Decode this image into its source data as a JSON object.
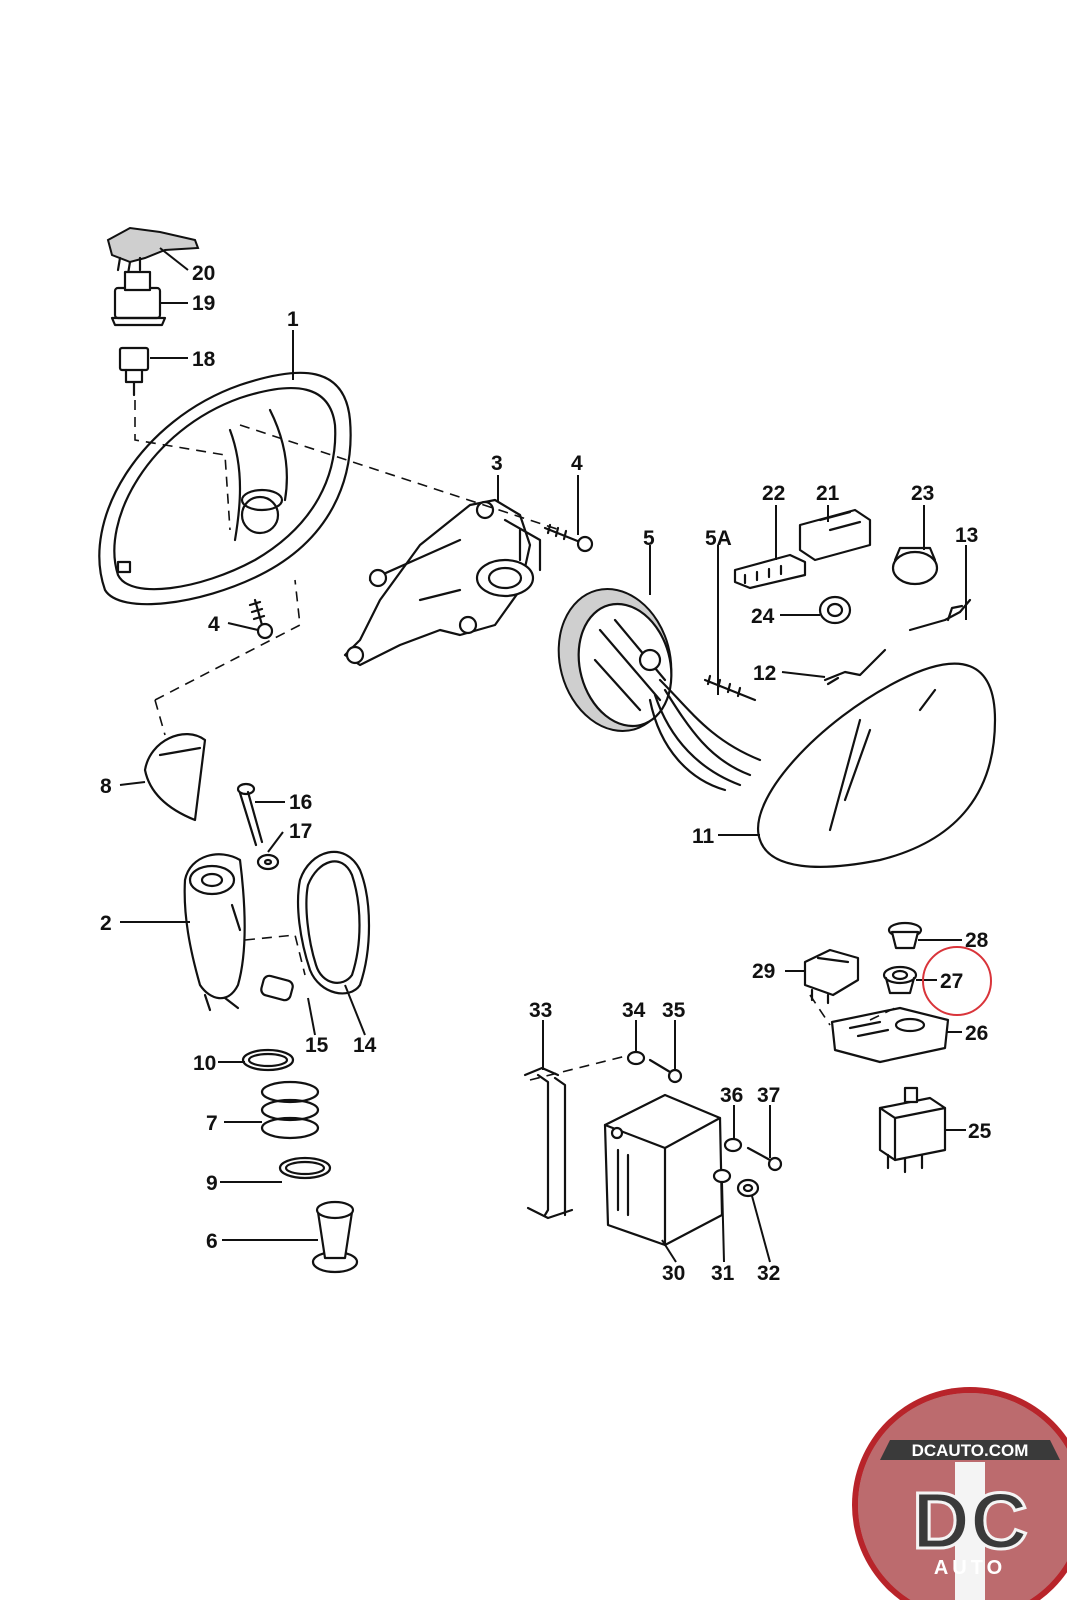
{
  "callouts": {
    "c1": "1",
    "c2": "2",
    "c3": "3",
    "c4a": "4",
    "c4b": "4",
    "c5": "5",
    "c5a": "5A",
    "c6": "6",
    "c7": "7",
    "c8": "8",
    "c9": "9",
    "c10": "10",
    "c11": "11",
    "c12": "12",
    "c13": "13",
    "c14": "14",
    "c15": "15",
    "c16": "16",
    "c17": "17",
    "c18": "18",
    "c19": "19",
    "c20": "20",
    "c21": "21",
    "c22": "22",
    "c23": "23",
    "c24": "24",
    "c25": "25",
    "c26": "26",
    "c27": "27",
    "c28": "28",
    "c29": "29",
    "c30": "30",
    "c31": "31",
    "c32": "32",
    "c33": "33",
    "c34": "34",
    "c35": "35",
    "c36": "36",
    "c37": "37"
  },
  "highlighted_part": "27",
  "logo": {
    "url_text": "DCAUTO.COM",
    "monogram": "DC",
    "sub_text": "AUTO"
  },
  "colors": {
    "line": "#111111",
    "highlight": "#d9343a",
    "logo_red": "#b8242a",
    "logo_dark": "#3a3a3a"
  }
}
